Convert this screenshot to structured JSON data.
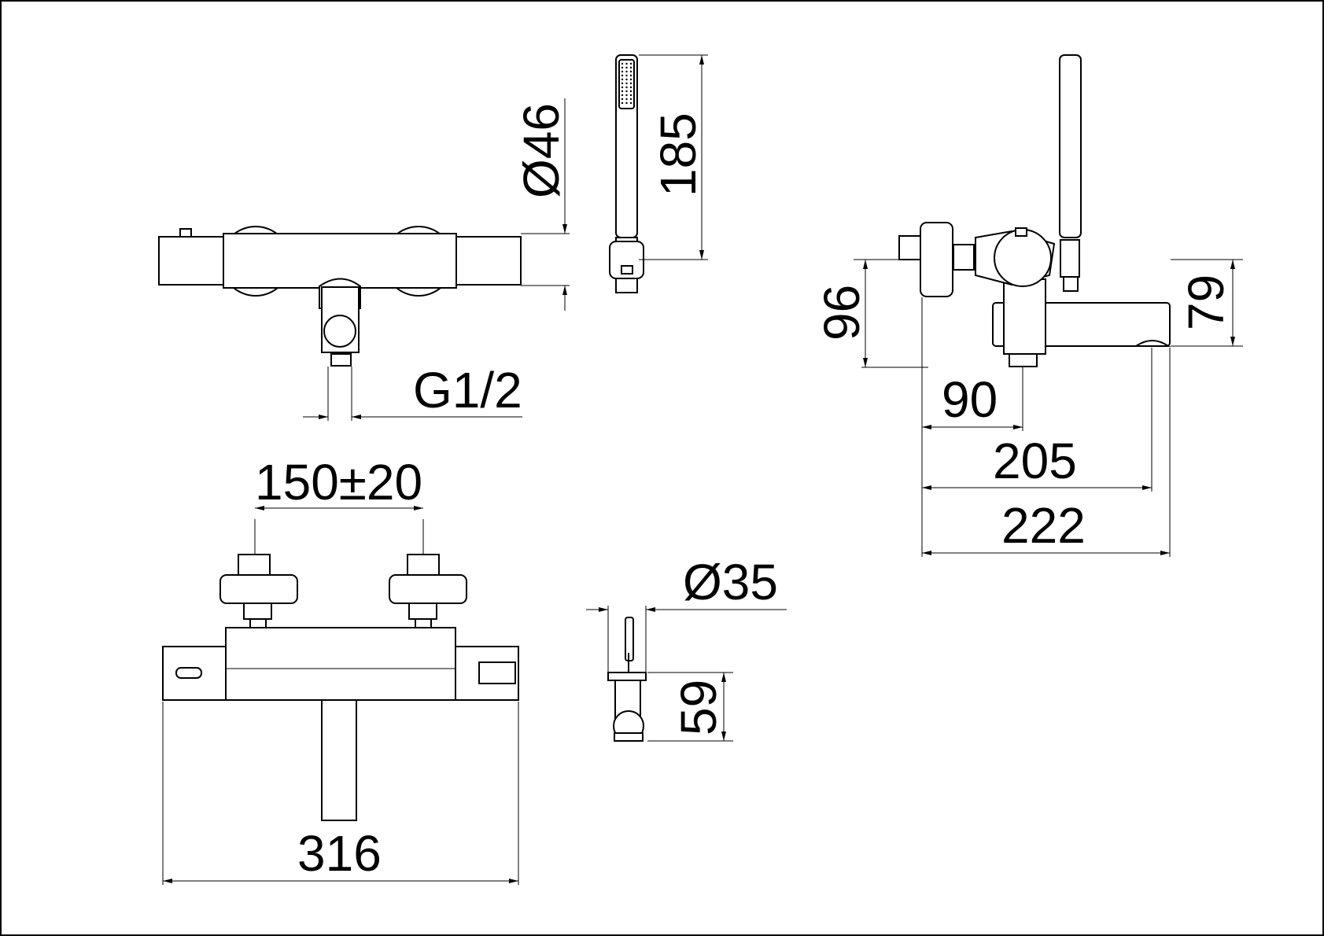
{
  "drawing": {
    "dimensions": {
      "handshower_diameter": "Ø46",
      "handshower_length": "185",
      "outlet_thread": "G1/2",
      "inlet_centers": "150±20",
      "overall_width": "316",
      "holder_diameter": "Ø35",
      "holder_height": "59",
      "body_height": "96",
      "spout_height": "79",
      "body_projection": "90",
      "spout_projection": "205",
      "overall_projection": "222"
    }
  }
}
